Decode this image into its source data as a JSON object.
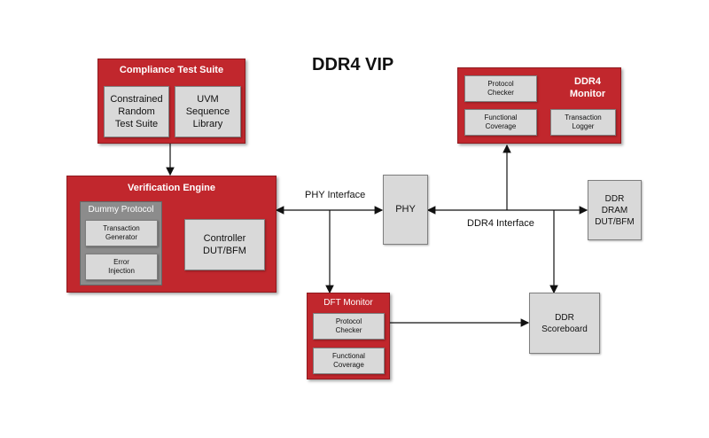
{
  "title": "DDR4 VIP",
  "compliance_suite": {
    "title": "Compliance Test Suite",
    "constrained": "Constrained\nRandom\nTest Suite",
    "uvm": "UVM\nSequence\nLibrary"
  },
  "verification_engine": {
    "title": "Verification Engine",
    "dummy_protocol": "Dummy Protocol",
    "transaction_generator": "Transaction\nGenerator",
    "error_injection": "Error\nInjection",
    "controller": "Controller\nDUT/BFM"
  },
  "ddr4_monitor": {
    "title": "DDR4\nMonitor",
    "protocol_checker": "Protocol\nChecker",
    "functional_coverage": "Functional\nCoverage",
    "transaction_logger": "Transaction\nLogger"
  },
  "dft_monitor": {
    "title": "DFT Monitor",
    "protocol_checker": "Protocol\nChecker",
    "functional_coverage": "Functional\nCoverage"
  },
  "phy": "PHY",
  "ddr_dram": "DDR\nDRAM\nDUT/BFM",
  "ddr_scoreboard": "DDR\nScoreboard",
  "labels": {
    "phy_interface": "PHY Interface",
    "ddr4_interface": "DDR4 Interface"
  }
}
